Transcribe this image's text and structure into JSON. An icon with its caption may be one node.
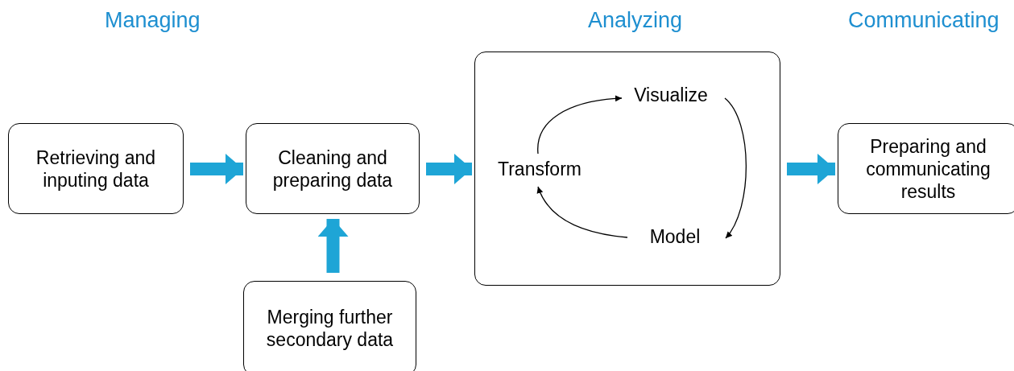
{
  "diagram": {
    "nodes": [
      {
        "text": [
          "Retrieving and inputing data"
        ]
      },
      {
        "text": [
          "Cleaning and preparing data"
        ]
      },
      {
        "text": [
          "Merging further secondary data"
        ]
      },
      {
        "text": [],
        "shape": "box"
      },
      {
        "text": [
          "Transform"
        ],
        "in": 3
      },
      {
        "text": [
          "Visualize"
        ],
        "in": 3
      },
      {
        "text": [
          "Model"
        ],
        "in": 3
      },
      {
        "text": [
          "Preparing and communicating results"
        ]
      }
    ],
    "edges": [
      {
        "from": 0,
        "to": 1,
        "arrow": "to"
      },
      {
        "from": 2,
        "to": 1,
        "arrow": "to"
      },
      {
        "from": 1,
        "to": 3,
        "arrow": "to"
      },
      {
        "from": 3,
        "to": 7,
        "arrow": "to"
      },
      {
        "from": 4,
        "to": 5,
        "arrow": "to",
        "color": "#000000"
      },
      {
        "from": 5,
        "to": 6,
        "arrow": "to",
        "color": "#000000"
      },
      {
        "from": 6,
        "to": 4,
        "arrow": "to",
        "color": "#000000"
      }
    ],
    "labels": [
      "Managing",
      "Analyzing",
      "Communicating"
    ]
  }
}
